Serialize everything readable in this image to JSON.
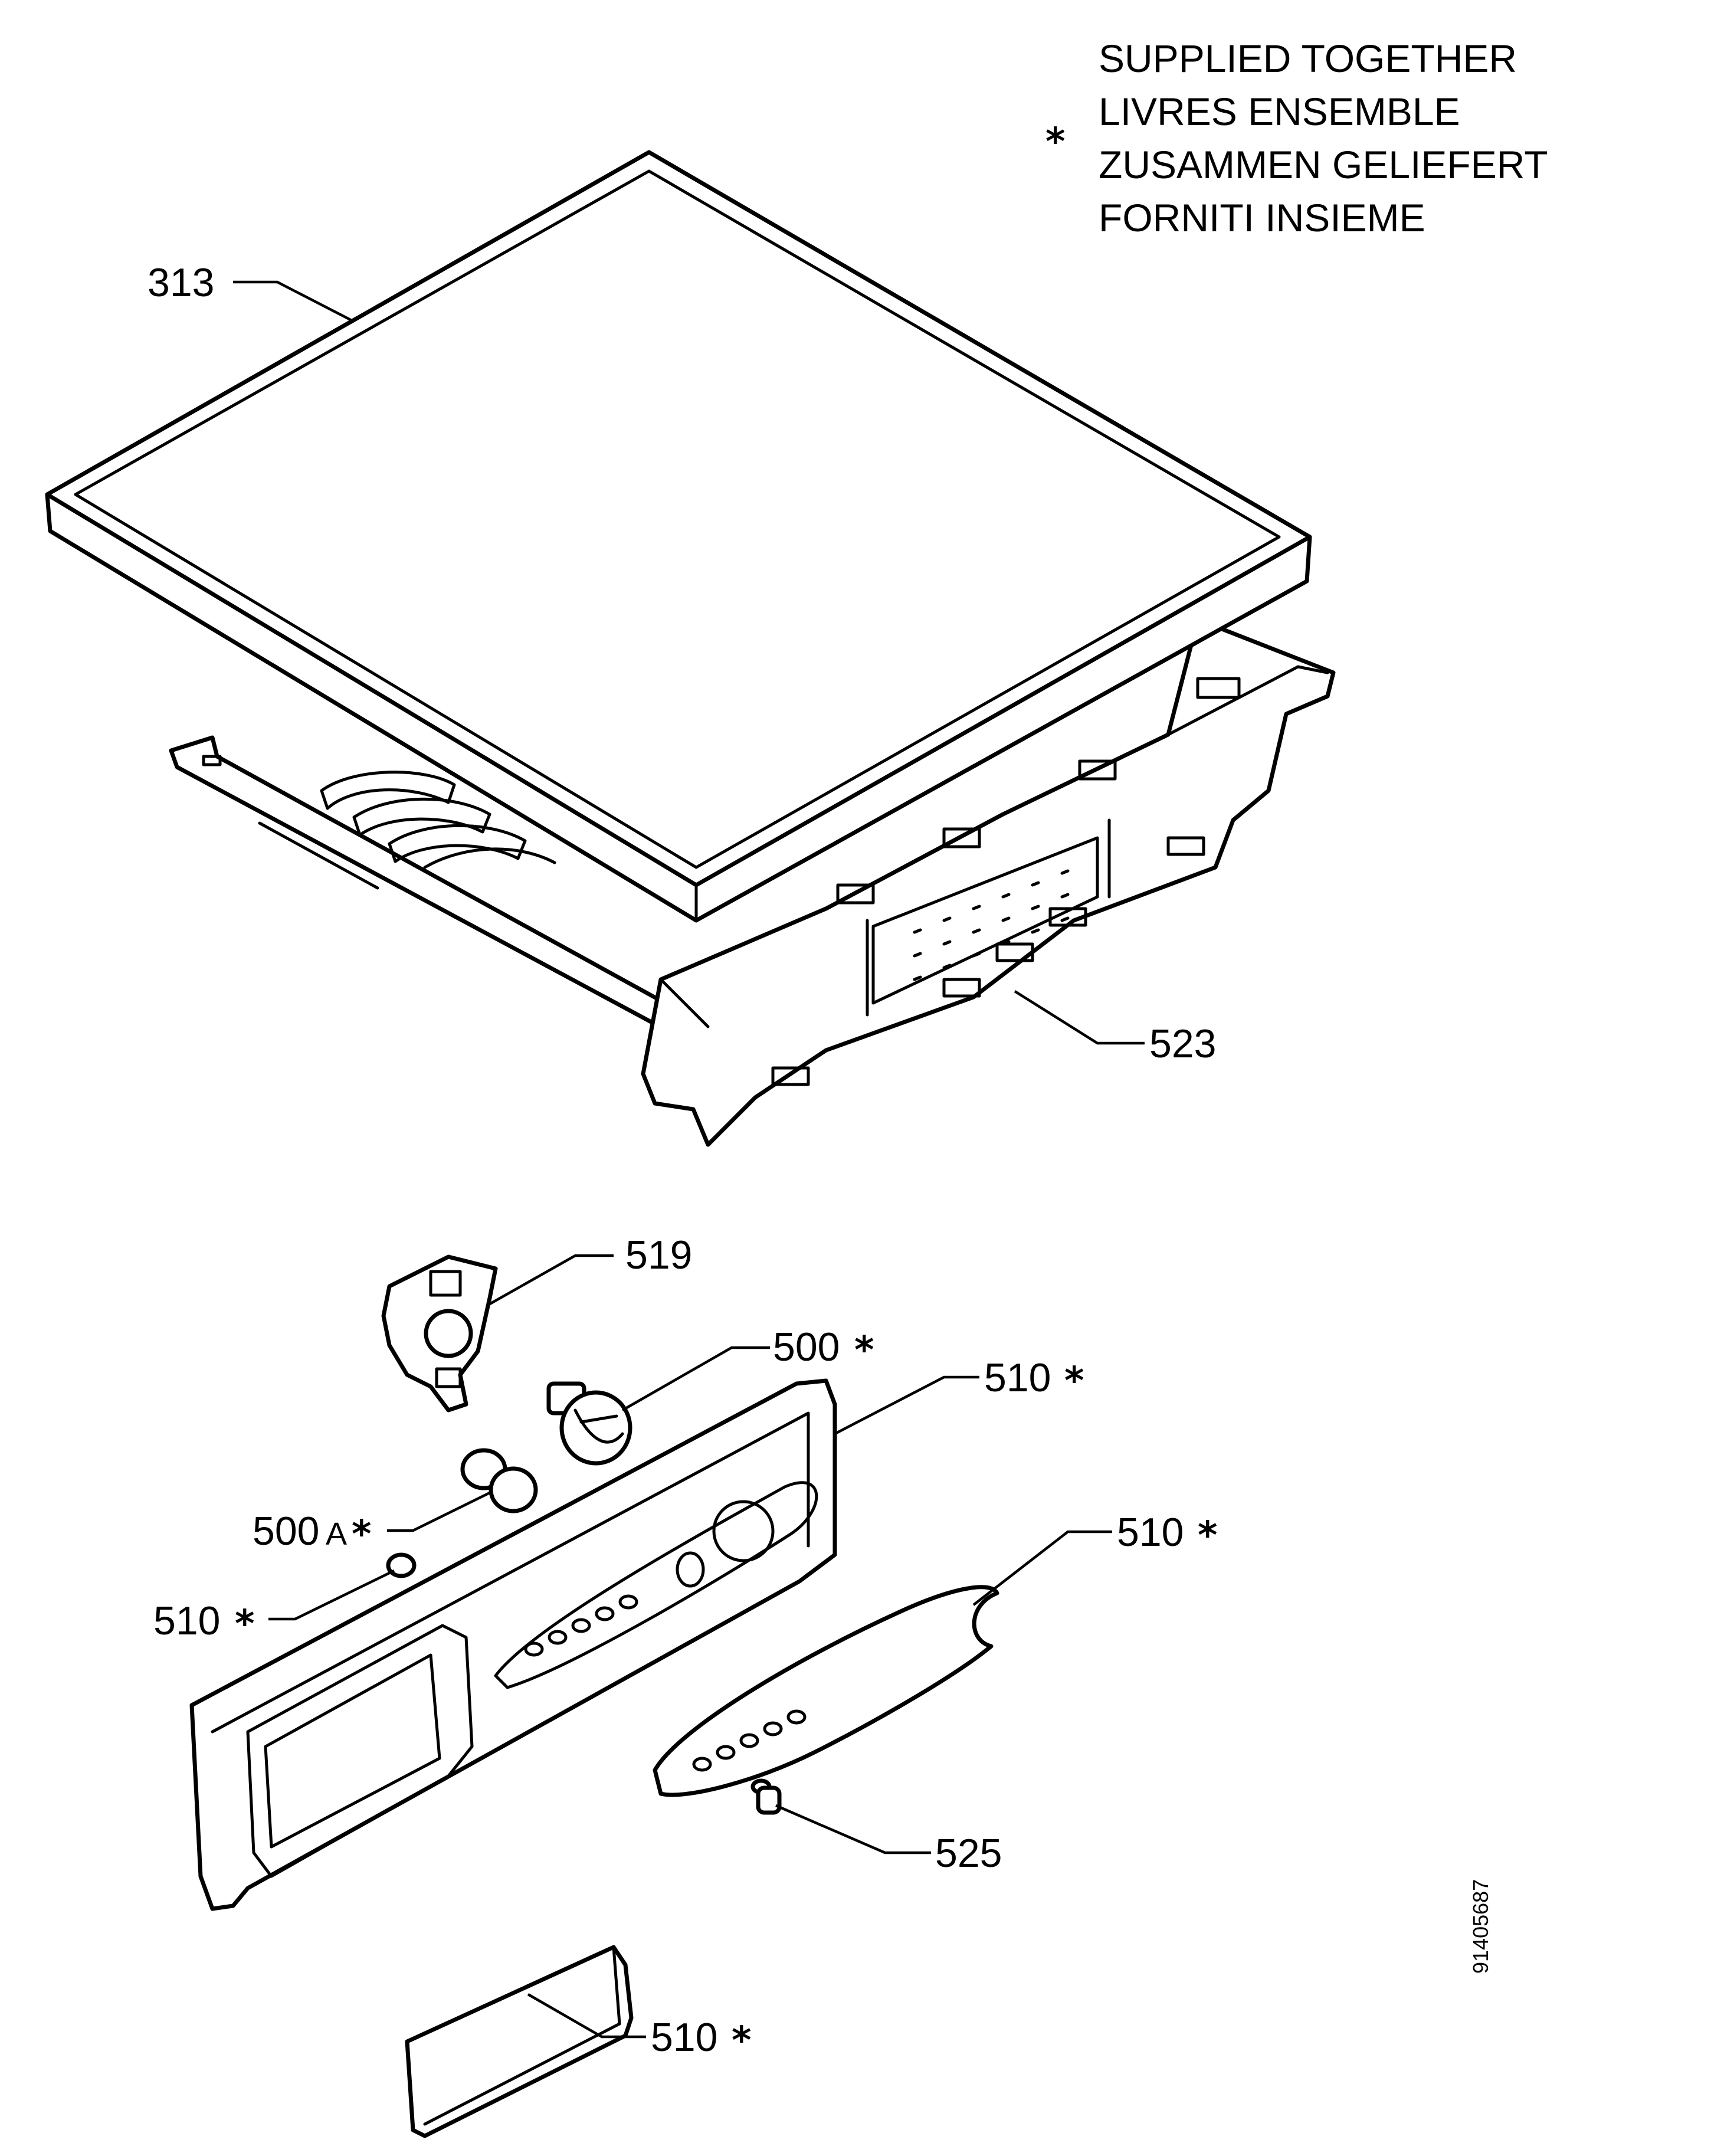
{
  "legend": {
    "symbol": "*",
    "lines": [
      "SUPPLIED TOGETHER",
      "LIVRES ENSEMBLE",
      "ZUSAMMEN GELIEFERT",
      "FORNITI INSIEME"
    ]
  },
  "doc_code": "91405687",
  "callouts": [
    {
      "id": "313",
      "label": "313",
      "star": ""
    },
    {
      "id": "523",
      "label": "523",
      "star": ""
    },
    {
      "id": "519",
      "label": "519",
      "star": ""
    },
    {
      "id": "500",
      "label": "500",
      "star": "*"
    },
    {
      "id": "510_panel",
      "label": "510",
      "star": "*"
    },
    {
      "id": "500A",
      "label": "500",
      "suffix": "A",
      "star": "*"
    },
    {
      "id": "510_overlay",
      "label": "510",
      "star": "*"
    },
    {
      "id": "510_light",
      "label": "510",
      "star": "*"
    },
    {
      "id": "525",
      "label": "525",
      "star": ""
    },
    {
      "id": "510_handle",
      "label": "510",
      "star": "*"
    }
  ],
  "colors": {
    "line": "#000000",
    "background": "#ffffff"
  }
}
